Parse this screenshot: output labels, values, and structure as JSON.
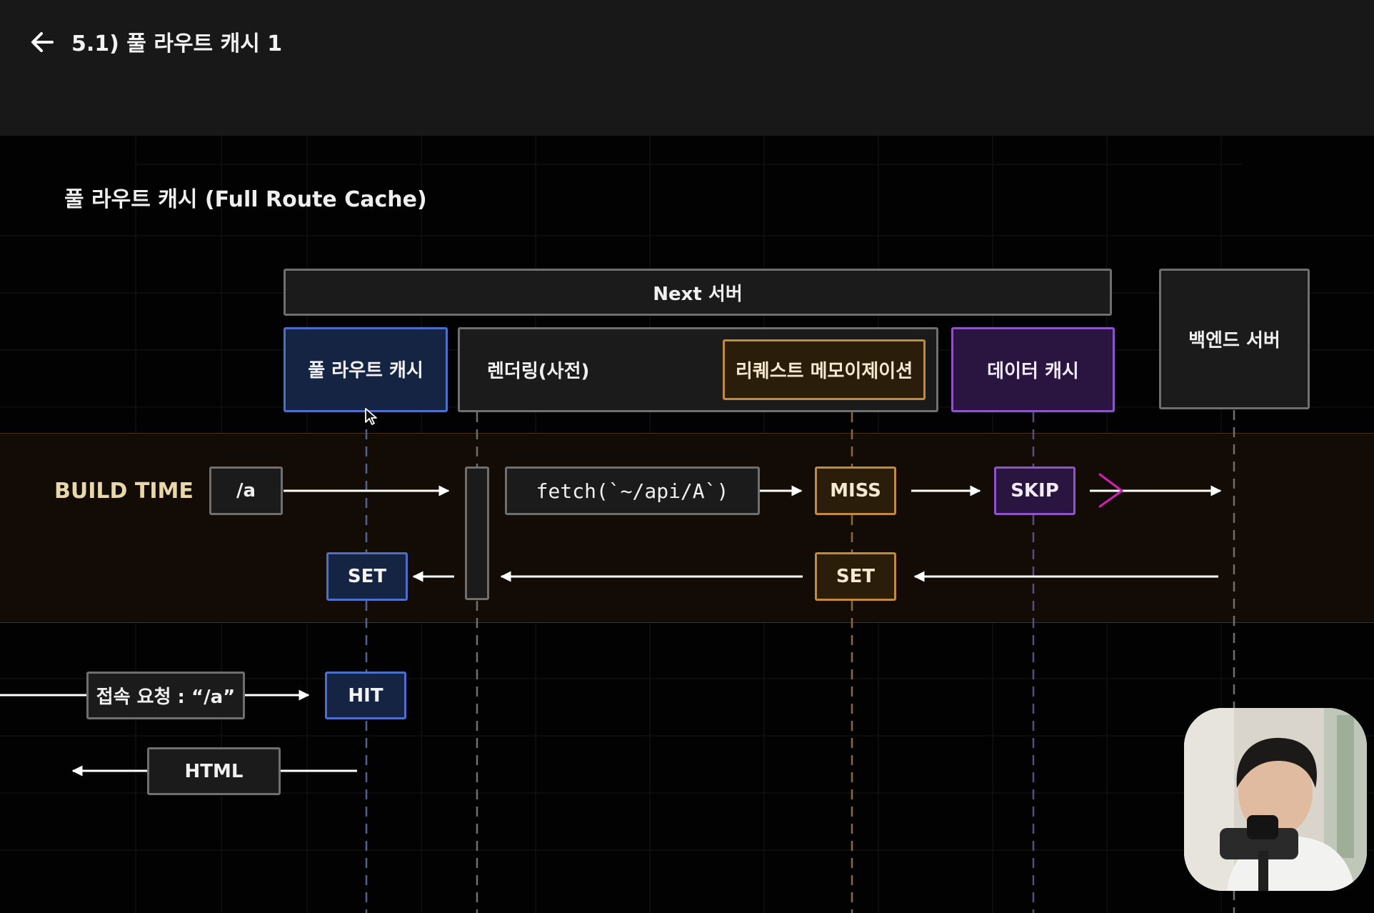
{
  "header": {
    "title": "5.1) 풀 라우트 캐시 1",
    "back_icon": "arrow-left-icon"
  },
  "diagram": {
    "title": "풀 라우트 캐시 (Full Route Cache)",
    "next_server": "Next 서버",
    "backend_server": "백엔드 서버",
    "full_route_cache": "풀 라우트 캐시",
    "rendering": "렌더링(사전)",
    "request_memoization": "리퀘스트 메모이제이션",
    "data_cache": "데이터 캐시",
    "build_time": "BUILD TIME",
    "route_a": "/a",
    "fetch_call": "fetch(`~/api/A`)",
    "miss": "MISS",
    "skip": "SKIP",
    "set_full_route": "SET",
    "set_memo": "SET",
    "access_request": "접속 요청 : “/a”",
    "hit": "HIT",
    "html": "HTML"
  },
  "colors": {
    "blue": "#4b6fcb",
    "orange": "#c28a3c",
    "purple": "#8f55c6",
    "annotation": "#d21fb6",
    "band": "#130c06"
  },
  "webcam": {
    "icon": "presenter-video-icon"
  }
}
